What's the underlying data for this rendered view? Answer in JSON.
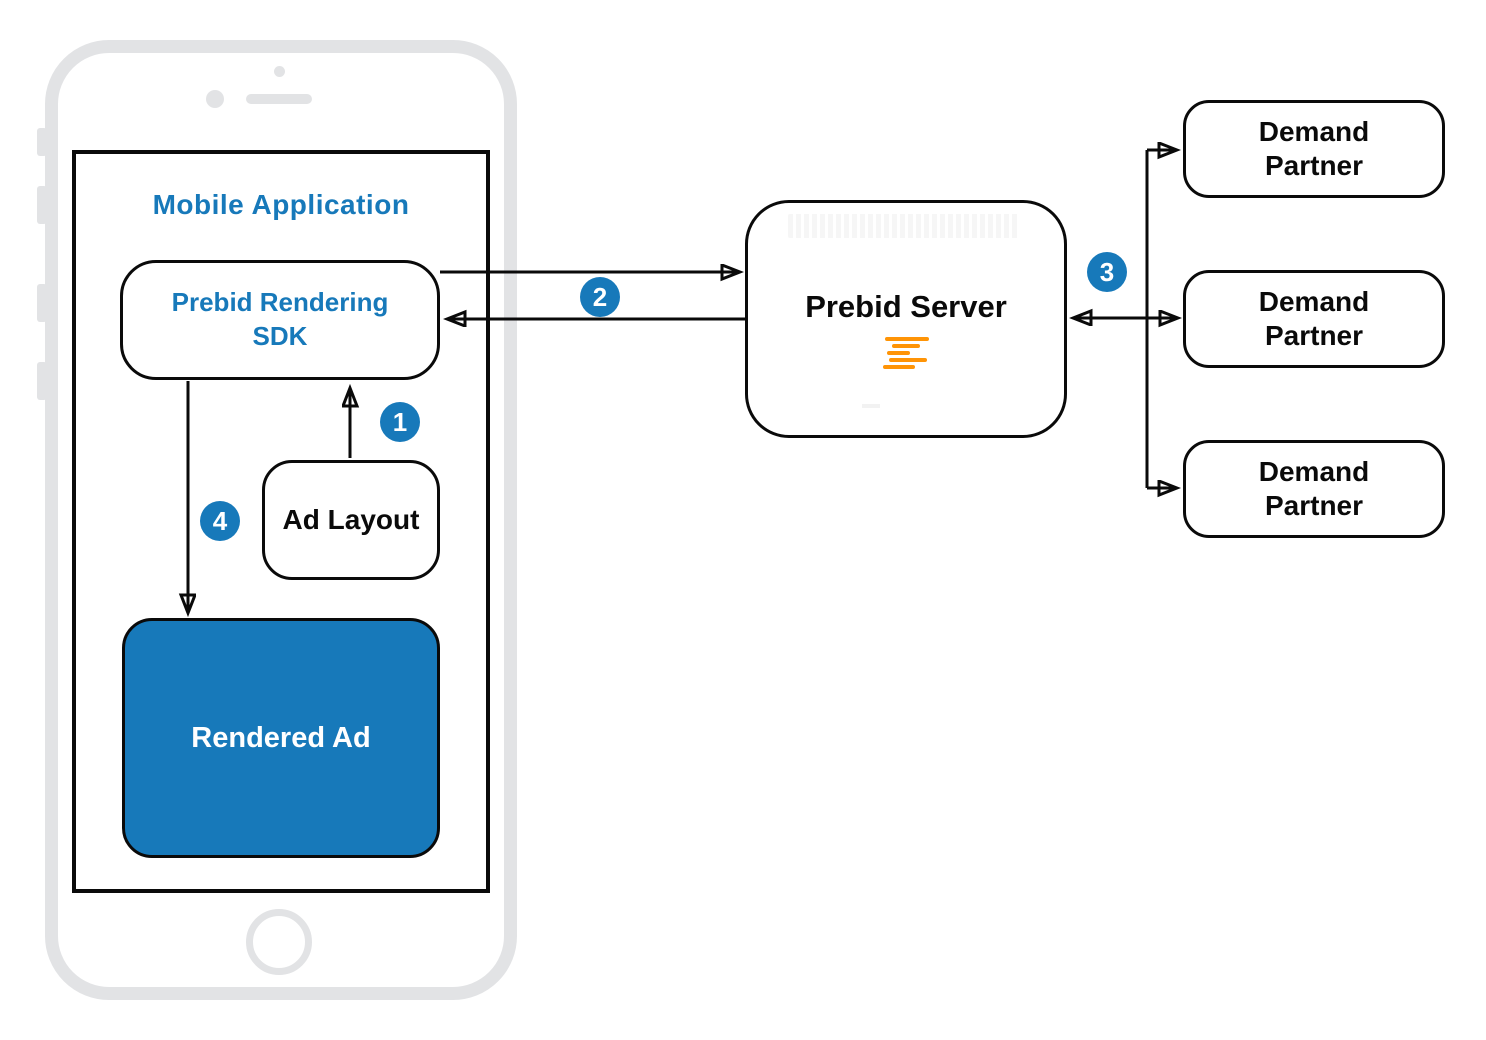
{
  "diagram": {
    "mobile_app": {
      "title": "Mobile Application"
    },
    "boxes": {
      "sdk": {
        "label": "Prebid Rendering\nSDK"
      },
      "ad_layout": {
        "label": "Ad Layout"
      },
      "rendered_ad": {
        "label": "Rendered Ad"
      },
      "prebid_server": {
        "label": "Prebid Server"
      },
      "demand_partners": [
        {
          "label": "Demand\nPartner"
        },
        {
          "label": "Demand\nPartner"
        },
        {
          "label": "Demand\nPartner"
        }
      ]
    },
    "steps": [
      {
        "number": "1"
      },
      {
        "number": "2"
      },
      {
        "number": "3"
      },
      {
        "number": "4"
      }
    ],
    "icons": {
      "prebid_logo": "prebid-orange-lines-logo"
    },
    "colors": {
      "accent_blue": "#1779ba",
      "brand_orange": "#ff9406",
      "line_black": "#0a0a0a",
      "phone_gray": "#e2e3e5"
    }
  }
}
